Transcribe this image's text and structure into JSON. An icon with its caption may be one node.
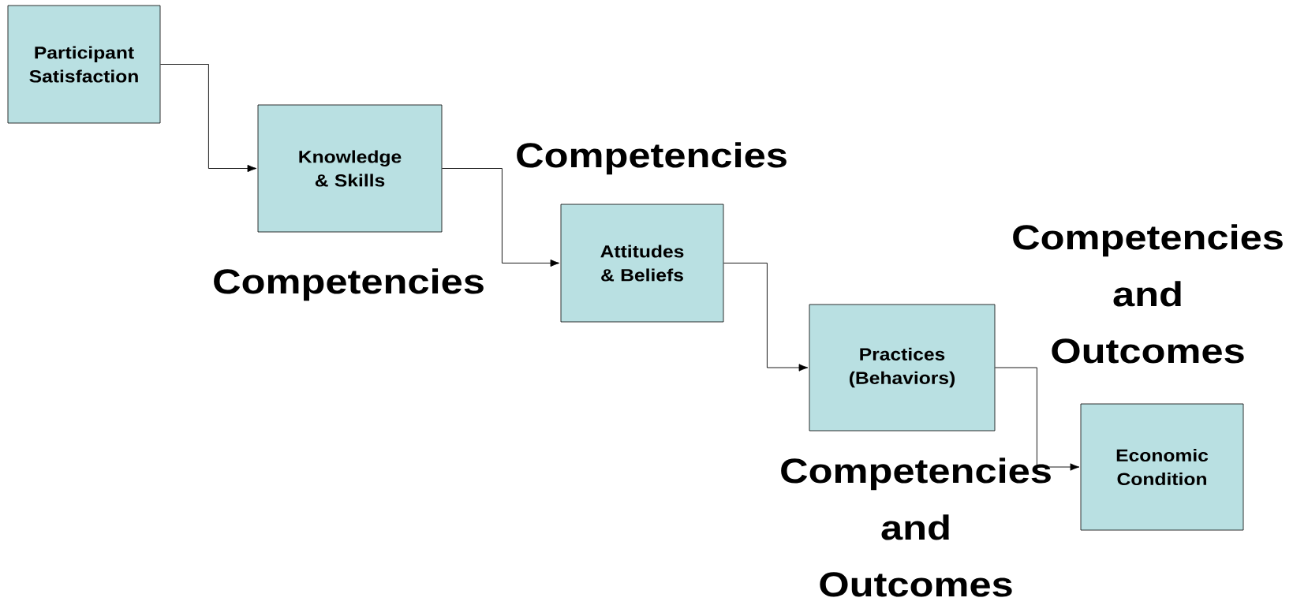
{
  "diagram": {
    "nodes": [
      {
        "text": [
          "Participant Satisfaction"
        ]
      },
      {
        "text": [
          "Knowledge & Skills"
        ]
      },
      {
        "text": [
          "Attitudes & Beliefs"
        ]
      },
      {
        "text": [
          "Practices (Behaviors)"
        ]
      },
      {
        "text": [
          "Economic Condition"
        ]
      }
    ],
    "edges": [
      {
        "from": 0,
        "to": 1,
        "arrow": "to"
      },
      {
        "from": 1,
        "to": 2,
        "arrow": "to"
      },
      {
        "from": 2,
        "to": 3,
        "arrow": "to"
      },
      {
        "from": 3,
        "to": 4,
        "arrow": "to"
      }
    ],
    "labels": [
      "Competencies",
      "Competencies and Outcomes",
      "Competencies",
      "Competencies and Outcomes"
    ]
  }
}
